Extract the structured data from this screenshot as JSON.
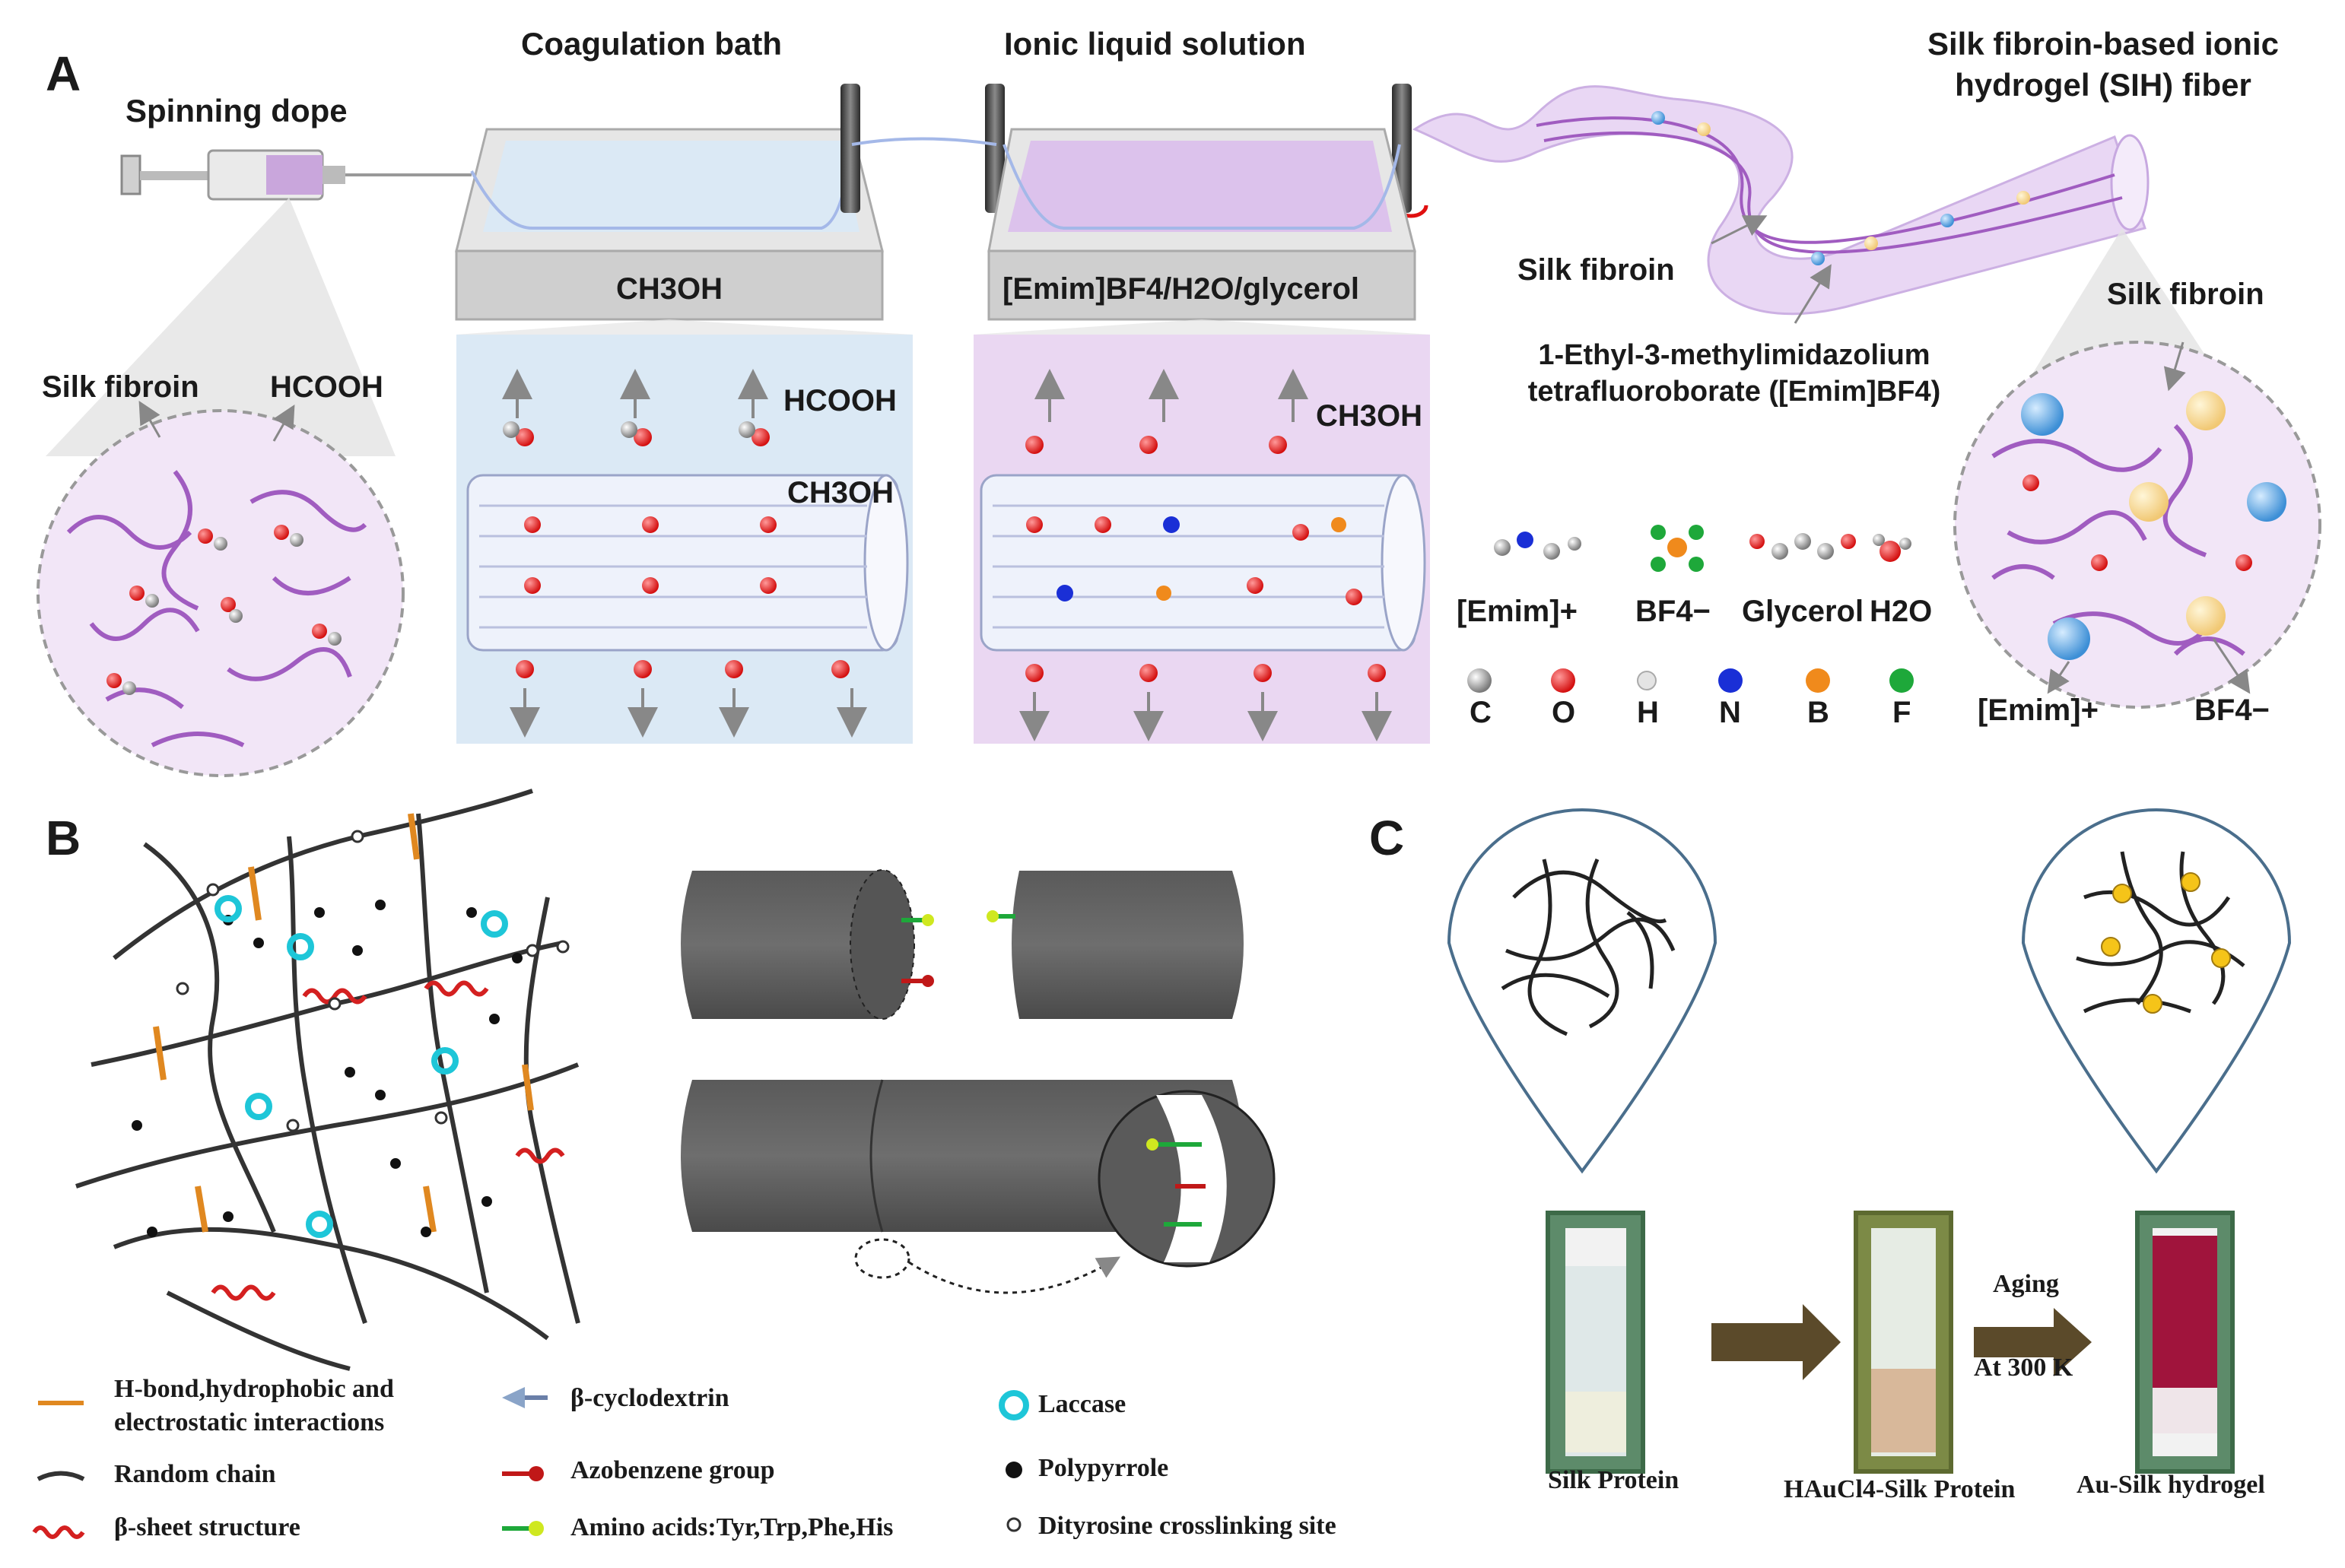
{
  "panel_a": {
    "letter": "A",
    "spinning_dope": "Spinning dope",
    "coag_bath": "Coagulation bath",
    "ionic_liquid": "Ionic liquid solution",
    "sih_line1": "Silk fibroin-based ionic",
    "sih_line2": "hydrogel (SIH) fiber",
    "silk_fibroin_left": "Silk fibroin",
    "hcooh_left": "HCOOH",
    "ch3oh_bath": "CH3OH",
    "ionic_bath": "[Emim]BF4/H2O/glycerol",
    "hcooh_mid": "HCOOH",
    "ch3oh_mid": "CH3OH",
    "ch3oh_right": "CH3OH",
    "silk_fibroin_fiber": "Silk fibroin",
    "emim_line1": "1-Ethyl-3-methylimidazolium",
    "emim_line2": "tetrafluoroborate ([Emim]BF4)",
    "silk_fibroin_circle": "Silk fibroin",
    "legend_molecules": [
      "[Emim]+",
      "BF4−",
      "Glycerol",
      "H2O"
    ],
    "legend_atoms": [
      "C",
      "O",
      "H",
      "N",
      "B",
      "F"
    ],
    "emim_circle": "[Emim]+",
    "bf4_circle": "BF4−",
    "colors": {
      "ch3oh_bath": "#dbe9f5",
      "ionic_bath": "#ead7f2",
      "chain": "#a05cc0"
    }
  },
  "panel_b": {
    "letter": "B",
    "legend": [
      "H-bond,hydrophobic and",
      "electrostatic interactions",
      "Random chain",
      "β-sheet structure",
      "β-cyclodextrin",
      "Azobenzene group",
      "Amino acids:Tyr,Trp,Phe,His",
      "Laccase",
      "Polypyrrole",
      "Dityrosine crosslinking site"
    ]
  },
  "panel_c": {
    "letter": "C",
    "aging": "Aging",
    "temp": "At 300 K",
    "vial1": "Silk Protein",
    "vial2": "HAuCl4-Silk Protein",
    "vial3": "Au-Silk hydrogel"
  }
}
